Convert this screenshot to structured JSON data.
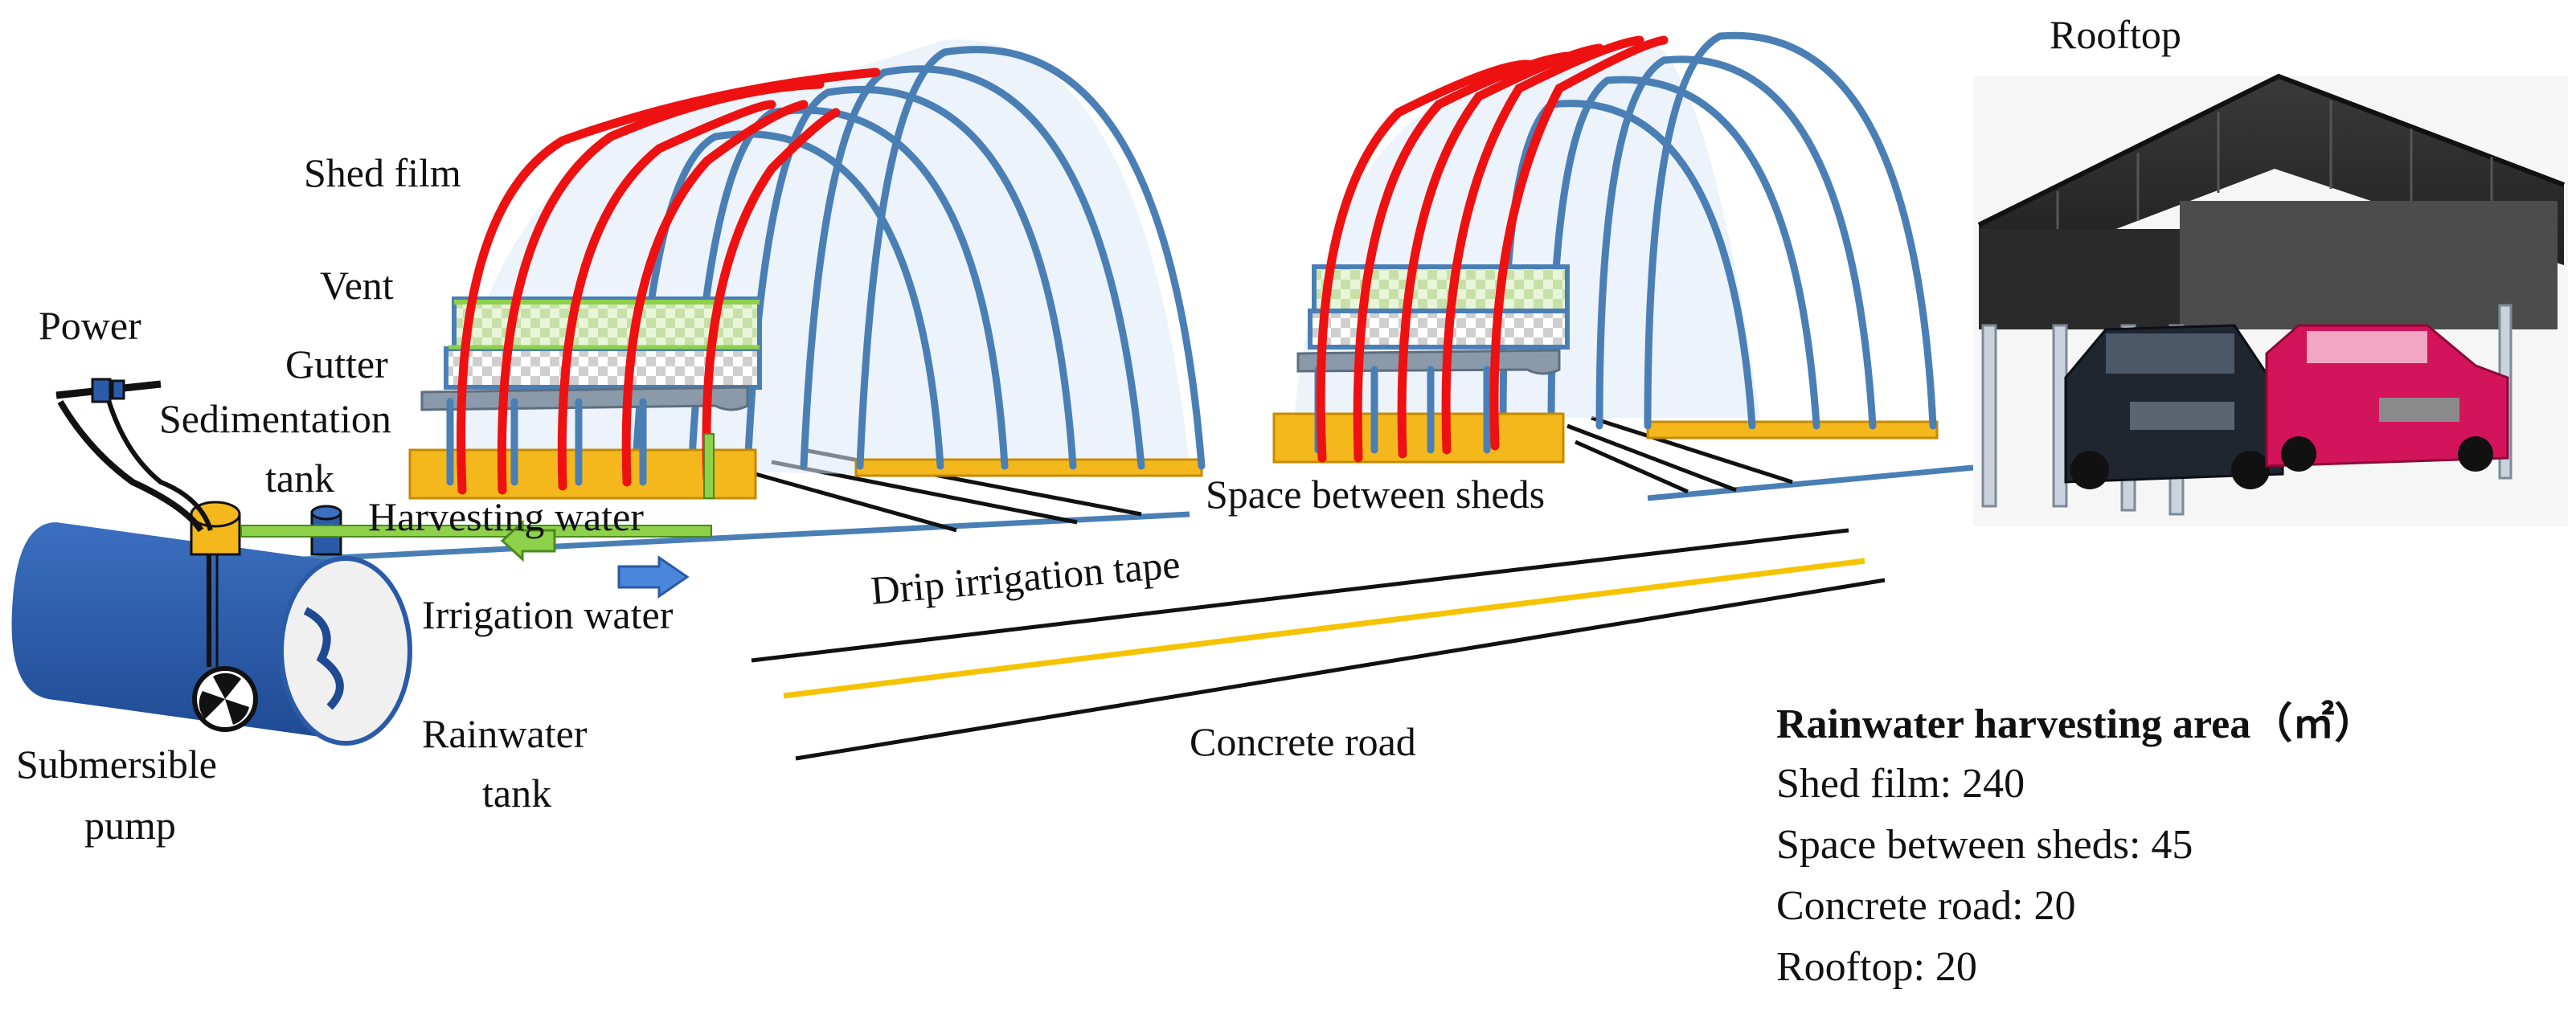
{
  "labels": {
    "shed_film": "Shed film",
    "vent": "Vent",
    "gutter": "Gutter",
    "power": "Power",
    "sedimentation_tank_line1": "Sedimentation",
    "sedimentation_tank_line2": "tank",
    "harvesting_water": "Harvesting water",
    "irrigation_water": "Irrigation water",
    "drip_irrigation_tape": "Drip irrigation tape",
    "space_between_sheds": "Space between sheds",
    "concrete_road": "Concrete road",
    "rooftop": "Rooftop",
    "submersible_pump_line1": "Submersible",
    "submersible_pump_line2": "pump",
    "rainwater_tank_line1": "Rainwater",
    "rainwater_tank_line2": "tank"
  },
  "area_table": {
    "title": "Rainwater harvesting area（㎡）",
    "items": [
      "Shed film: 240",
      "Space between sheds: 45",
      "Concrete road: 20",
      "Rooftop: 20"
    ]
  },
  "colors": {
    "frame": "#4a7fb5",
    "red_pipe": "#ee1111",
    "base": "#f5b81c",
    "harvest_pipe": "#8ed14a",
    "tank": "#2a5aa8",
    "roof": "#2b2b2b"
  }
}
